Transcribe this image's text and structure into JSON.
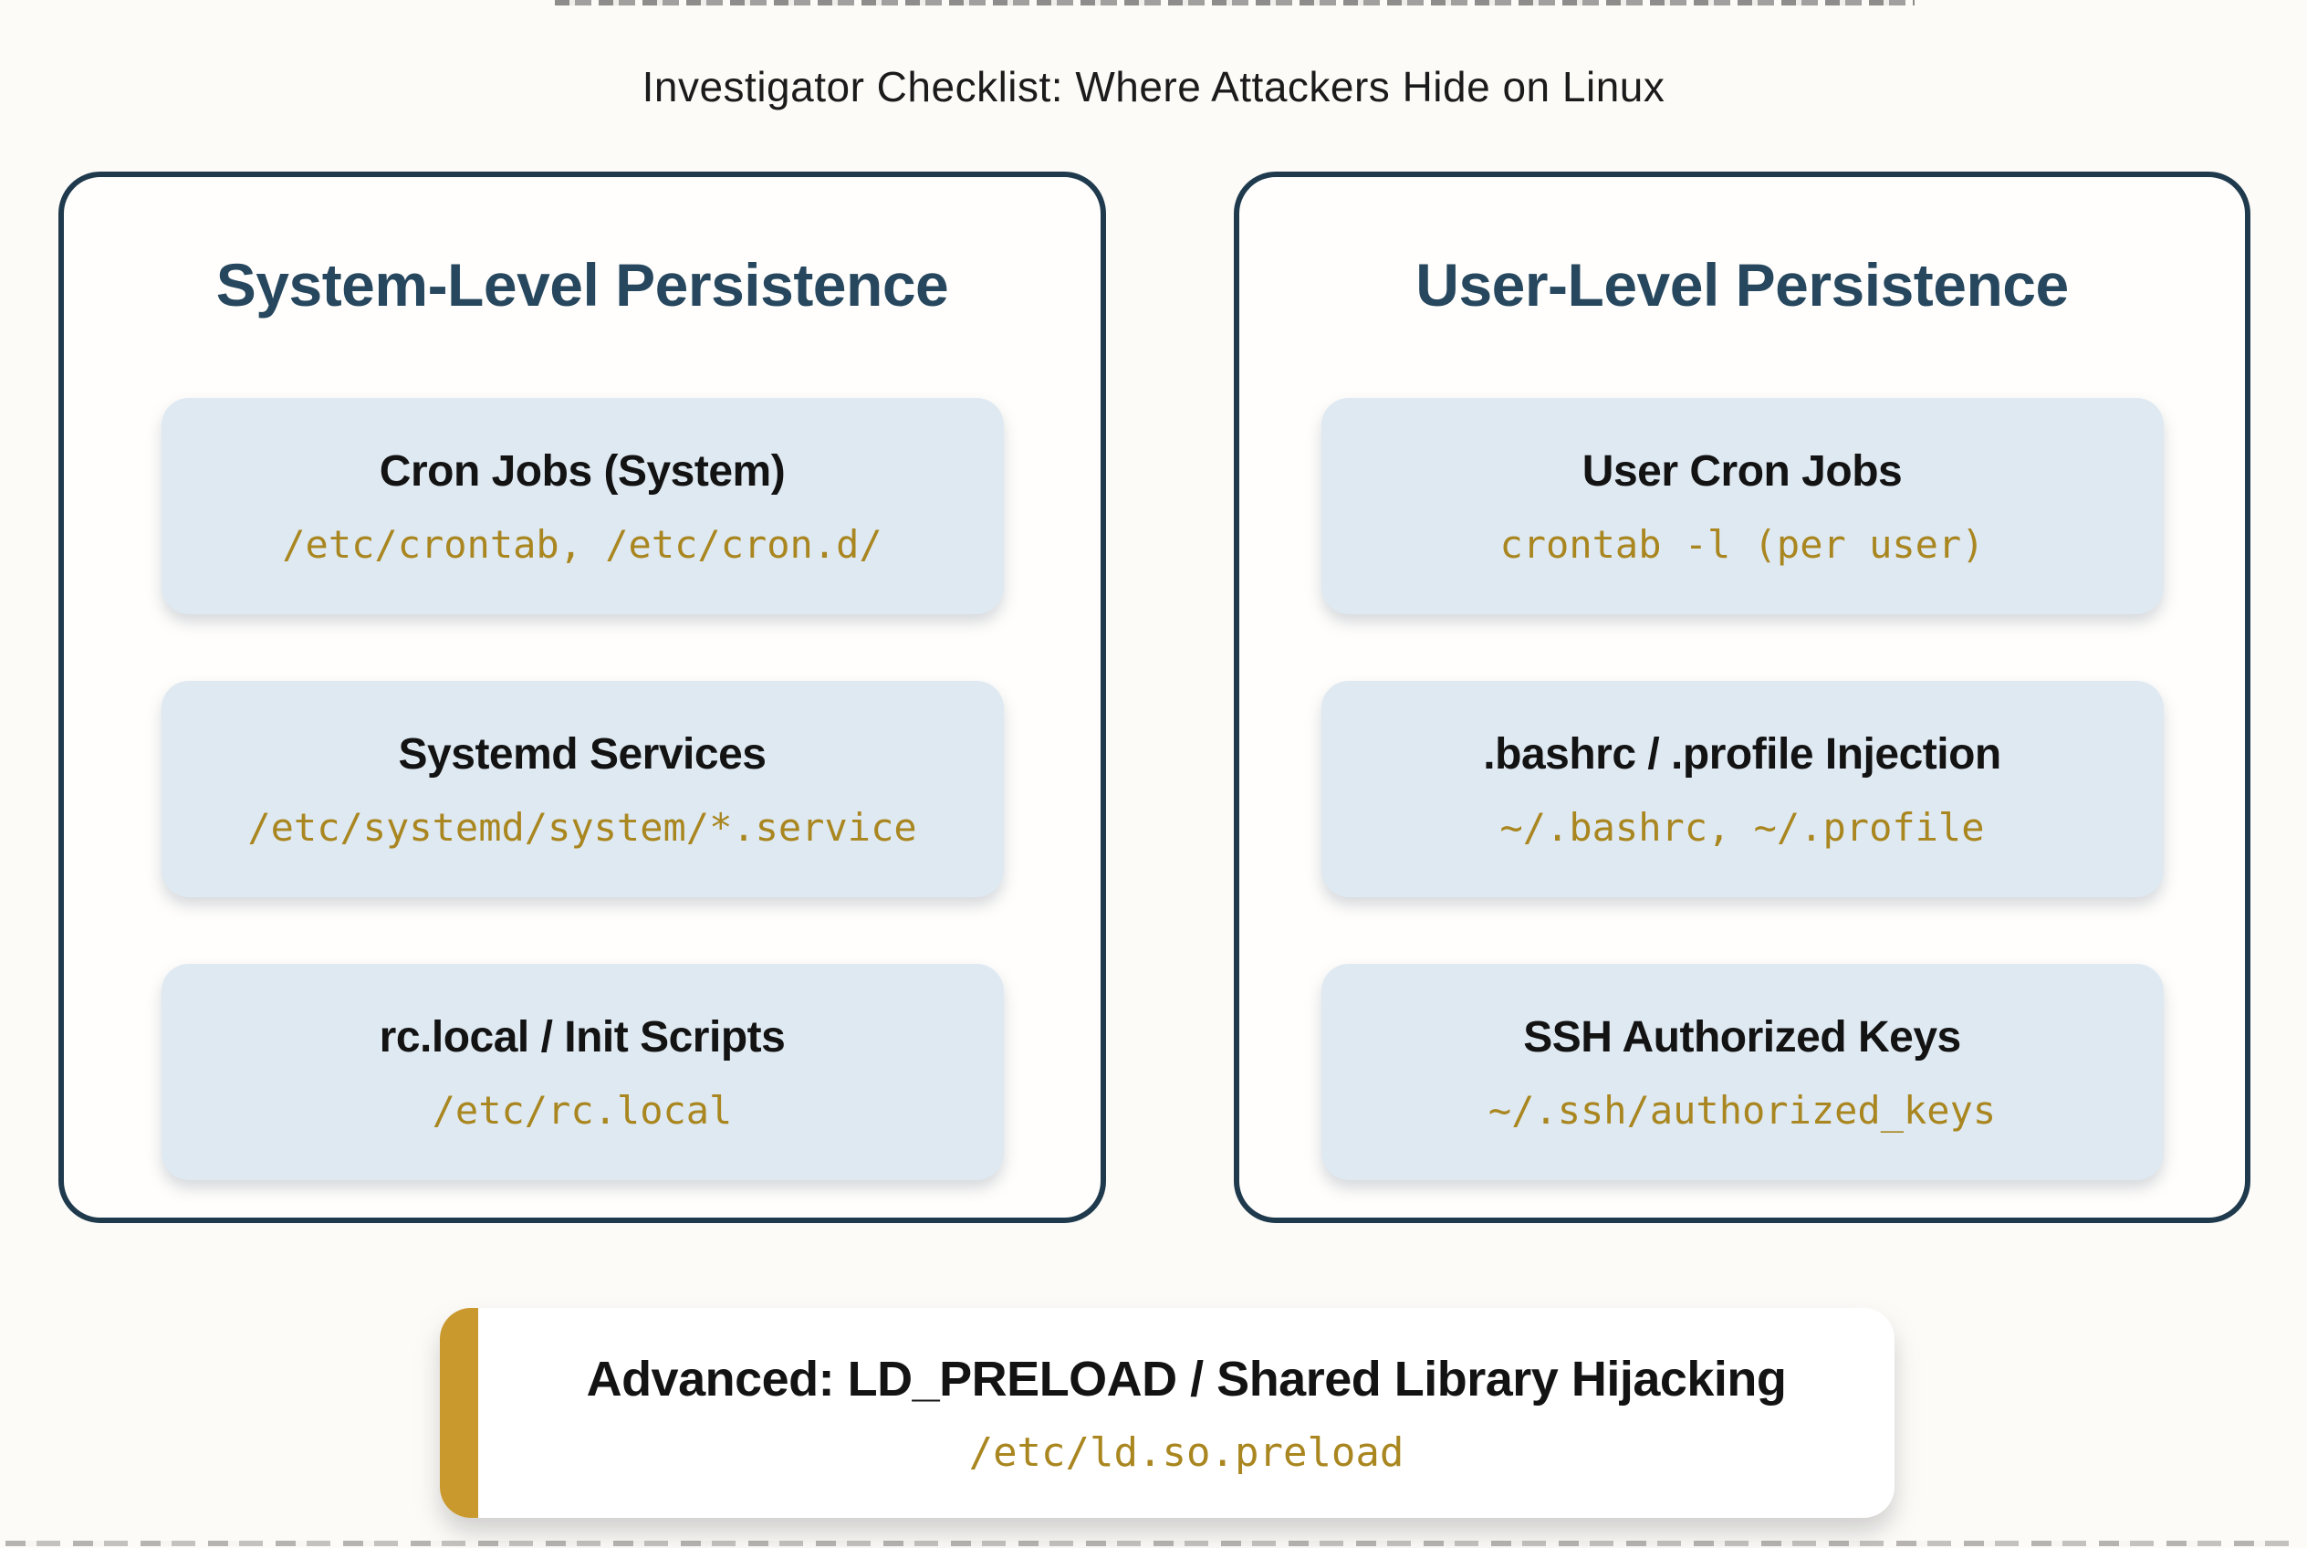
{
  "page": {
    "title": "Investigator Checklist: Where Attackers Hide on Linux"
  },
  "colors": {
    "page_background": "#fcfbf8",
    "panel_border": "#1f3a4d",
    "panel_title_text": "#26475e",
    "card_background": "#dfe9f2",
    "card_title_text": "#131313",
    "code_text": "#a9861f",
    "banner_accent": "#c9992e",
    "banner_background": "#ffffff"
  },
  "panels": [
    {
      "title": "System-Level Persistence",
      "cards": [
        {
          "title": "Cron Jobs (System)",
          "path": "/etc/crontab, /etc/cron.d/"
        },
        {
          "title": "Systemd Services",
          "path": "/etc/systemd/system/*.service"
        },
        {
          "title": "rc.local / Init Scripts",
          "path": "/etc/rc.local"
        }
      ]
    },
    {
      "title": "User-Level Persistence",
      "cards": [
        {
          "title": "User Cron Jobs",
          "path": "crontab -l (per user)"
        },
        {
          "title": ".bashrc / .profile Injection",
          "path": "~/.bashrc, ~/.profile"
        },
        {
          "title": "SSH Authorized Keys",
          "path": "~/.ssh/authorized_keys"
        }
      ]
    }
  ],
  "banner": {
    "title": "Advanced: LD_PRELOAD / Shared Library Hijacking",
    "path": "/etc/ld.so.preload"
  }
}
